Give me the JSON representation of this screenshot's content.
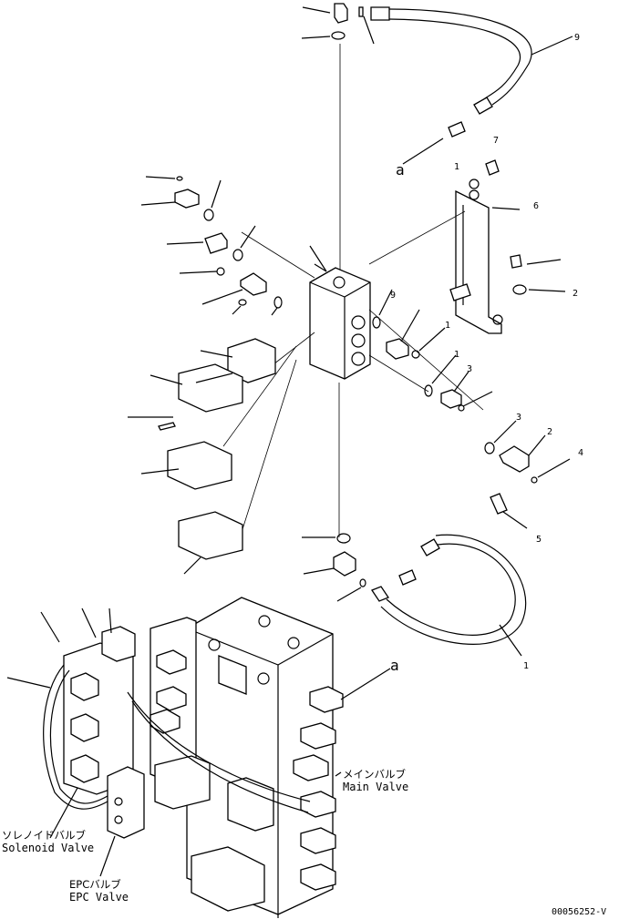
{
  "labels": {
    "callout_a_top": "a",
    "callout_a_bottom": "a",
    "main_valve_jp": "メインバルブ",
    "main_valve_en": "Main Valve",
    "solenoid_valve_jp": "ソレノイドバルブ",
    "solenoid_valve_en": "Solenoid Valve",
    "epc_valve_jp": "EPCバルブ",
    "epc_valve_en": "EPC Valve",
    "drawing_number": "00056252-V"
  },
  "part_numbers": {
    "hose_top": "9",
    "bolt_top": "7",
    "washer_top": "1",
    "bracket": "6",
    "washer_right": "2",
    "plug_top": "9",
    "elbow_mid": "1",
    "oring_mid": "1",
    "adapter_mid": "3",
    "oring_lower": "3",
    "elbow_lower": "2",
    "oring_small": "4",
    "sensor": "5",
    "hose_bottom": "1"
  }
}
